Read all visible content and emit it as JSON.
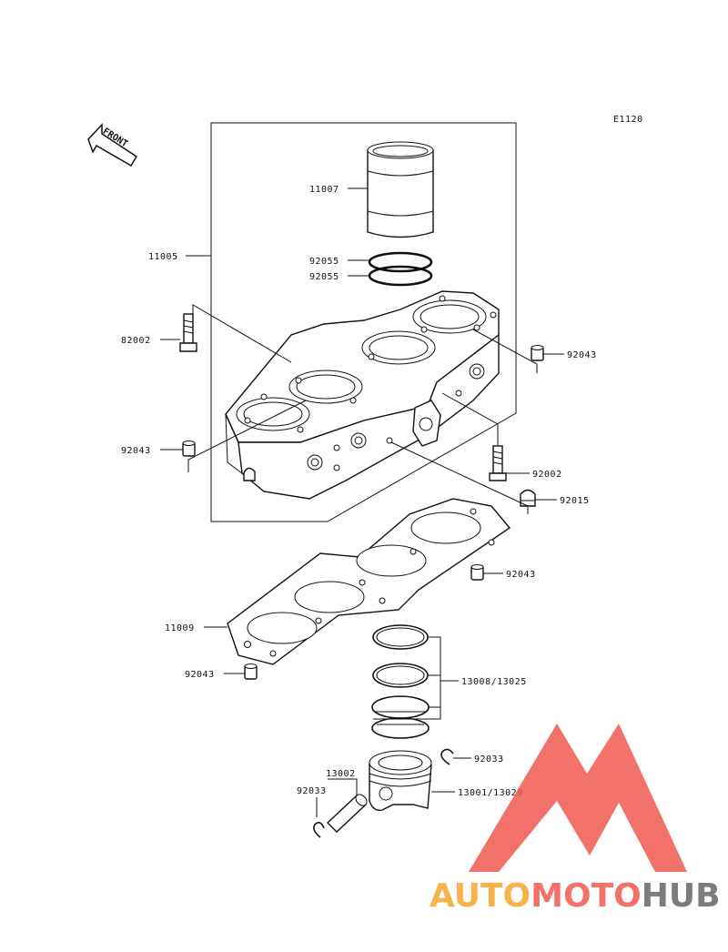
{
  "diagram": {
    "code": "E1120",
    "front_label": "FRONT",
    "callouts": {
      "cylinder_block": "11005",
      "liner": "11007",
      "oring_a": "92055",
      "oring_b": "92055",
      "stud_bolt_left": "82002",
      "dowel_right_top": "92043",
      "dowel_left": "92043",
      "bolt_right": "92002",
      "cap_nut": "92015",
      "dowel_gasket_right": "92043",
      "base_gasket": "11009",
      "dowel_gasket_left": "92043",
      "ring_set": "13008/13025",
      "circlip_right": "92033",
      "piston_pin": "13002",
      "circlip_left": "92033",
      "piston": "13001/13028"
    }
  },
  "watermark": {
    "part1": "AUTO",
    "part2": "MOTO",
    "part3": "HUB",
    "color_auto": "#f6a62a",
    "color_moto": "#f05a4f",
    "color_hub": "#666666",
    "color_logo": "#f05a4f"
  }
}
